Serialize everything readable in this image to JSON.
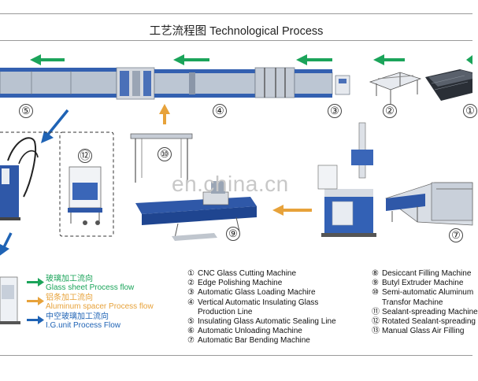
{
  "title": "工艺流程图 Technological Process",
  "watermark": "en.china.cn",
  "step_numbers": {
    "n1": "①",
    "n2": "②",
    "n3": "③",
    "n4": "④",
    "n5": "⑤",
    "n7": "⑦",
    "n9": "⑨",
    "n10": "⑩",
    "n12": "⑫"
  },
  "legend": {
    "glass_cn": "玻璃加工流向",
    "glass_en": "Glass sheet Process flow",
    "aluminum_cn": "铝条加工流向",
    "aluminum_en": "Aluminum spacer Process flow",
    "ig_cn": "中空玻璃加工流向",
    "ig_en": "I.G.unit  Process Flow"
  },
  "colors": {
    "glass_flow": "#1ba45a",
    "aluminum_flow": "#e7a23a",
    "ig_flow": "#1f63b5",
    "machine_blue": "#1f4fa8"
  },
  "machines_left": [
    {
      "mark": "①",
      "text": "CNC Glass Cutting Machine"
    },
    {
      "mark": "②",
      "text": "Edge Polishing Machine"
    },
    {
      "mark": "③",
      "text": "Automatic Glass Loading Machire"
    },
    {
      "mark": "④",
      "text": "Vertical Automatic Insulating Glass"
    },
    {
      "mark": "",
      "text": "Production Line"
    },
    {
      "mark": "⑤",
      "text": "Insulating Glass Automatic Sealing Line"
    },
    {
      "mark": "⑥",
      "text": "Automatic Unloading Machine"
    },
    {
      "mark": "⑦",
      "text": "Automatic Bar Bending Machine"
    }
  ],
  "machines_right": [
    {
      "mark": "⑧",
      "text": "Desiccant Filling Machine"
    },
    {
      "mark": "⑨",
      "text": "Butyl Extruder Machine"
    },
    {
      "mark": "⑩",
      "text": "Semi-automatic Aluminum"
    },
    {
      "mark": "",
      "text": "Transfor Machine"
    },
    {
      "mark": "⑪",
      "text": "Sealant-spreading Machine"
    },
    {
      "mark": "⑫",
      "text": "Rotated Sealant-spreading"
    },
    {
      "mark": "⑬",
      "text": "Manual Glass Air Filling"
    }
  ]
}
